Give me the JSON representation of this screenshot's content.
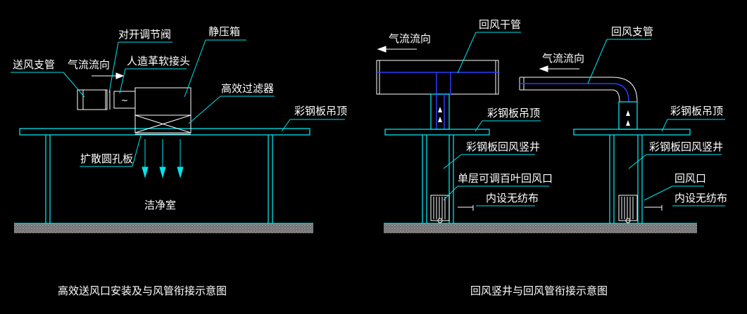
{
  "left": {
    "supply_branch": "送风支管",
    "airflow": "气流流向",
    "butterfly_valve": "对开调节阀",
    "leather_joint": "人造革软接头",
    "plenum_box": "静压箱",
    "hepa_filter": "高效过滤器",
    "color_steel_ceiling": "彩钢板吊顶",
    "diffuser_plate": "扩散圆孔板",
    "clean_room": "洁净室",
    "title": "高效送风口安装及与风管衔接示意图"
  },
  "right": {
    "airflow_a": "气流流向",
    "return_main": "回风干管",
    "return_branch": "回风支管",
    "airflow_b": "气流流向",
    "ceiling_a": "彩钢板吊顶",
    "ceiling_b": "彩钢板吊顶",
    "shaft_a": "彩钢板回风竖井",
    "shaft_b": "彩钢板回风竖井",
    "louver": "单层可调百叶回风口",
    "nonwoven_a": "内设无纺布",
    "return_vent": "回风口",
    "nonwoven_b": "内设无纺布",
    "title": "回风竖井与回风管衔接示意图"
  },
  "colors": {
    "background": "#000000",
    "cyan": "#00e5ee",
    "blue": "#2a3cff",
    "white": "#ffffff",
    "floor_fill": "#9a9a9a"
  }
}
